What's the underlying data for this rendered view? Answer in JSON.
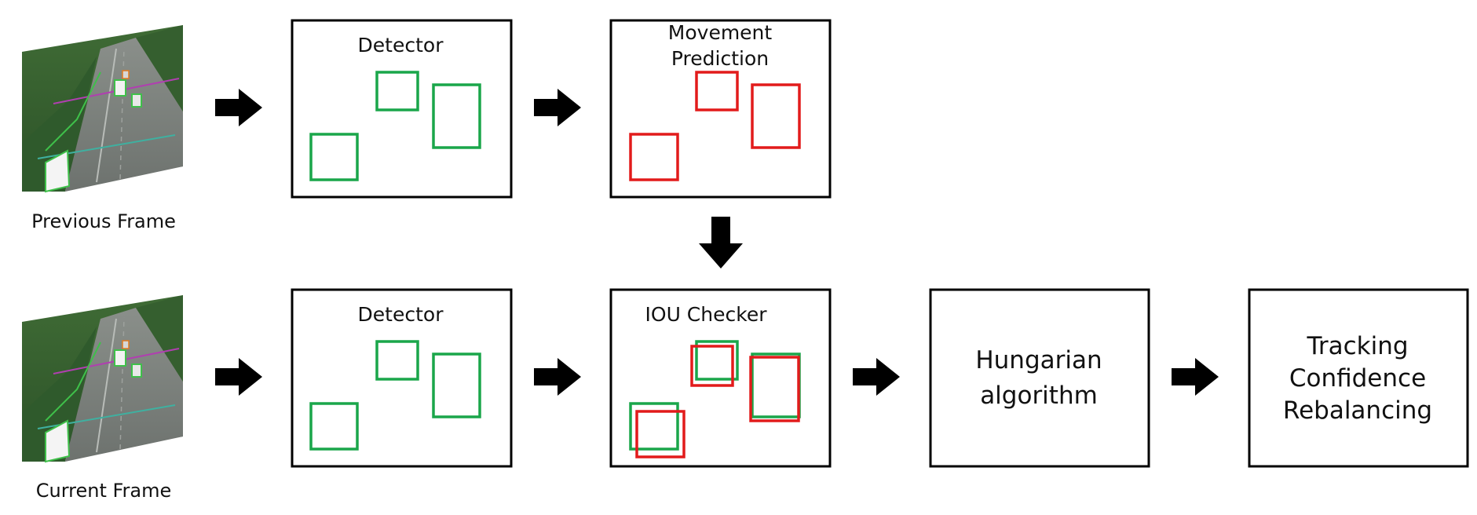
{
  "frames": {
    "previous": {
      "label": "Previous Frame"
    },
    "current": {
      "label": "Current Frame"
    }
  },
  "boxes": {
    "detector_top": {
      "title": "Detector"
    },
    "movement_prediction": {
      "title_line1": "Movement",
      "title_line2": "Prediction"
    },
    "detector_bottom": {
      "title": "Detector"
    },
    "iou_checker": {
      "title": "IOU Checker"
    },
    "hungarian": {
      "line1": "Hungarian",
      "line2": "algorithm"
    },
    "tracking": {
      "line1": "Tracking",
      "line2": "Confidence",
      "line3": "Rebalancing"
    }
  },
  "colors": {
    "detection_box": "#1aa64a",
    "prediction_box": "#e21b1b",
    "arrow": "#000000",
    "border": "#000000"
  },
  "icons": {
    "frame_thumbnail": "road-traffic-camera-image",
    "flow_arrow": "arrow-right",
    "down_arrow": "arrow-down"
  }
}
